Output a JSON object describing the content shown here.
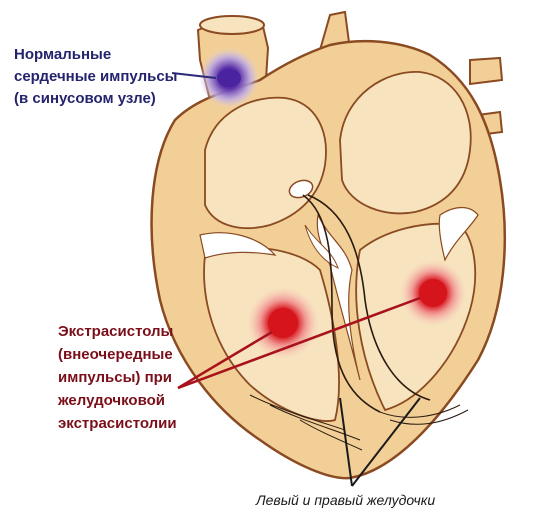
{
  "labels": {
    "normal_impulses": [
      "Нормальные",
      "сердечные импульсы",
      "(в синусовом узле)"
    ],
    "extrasystoles": [
      "Экстрасистолы",
      "(внеочередные",
      "импульсы) при",
      "желудочковой",
      "экстрасистолии"
    ],
    "ventricles": "Левый и правый желудочки"
  },
  "colors": {
    "heart_outer": "#f2cf96",
    "heart_inner": "#f7e3bd",
    "heart_stroke": "#8a4a22",
    "septum": "#ffffff",
    "sinus_node": "#5a2fa8",
    "sinus_glow": "#b9a6e6",
    "ectopic_core": "#d6141c",
    "ectopic_glow": "#f4a2a2",
    "pointer_red": "#a8121c",
    "pointer_blue": "#2a2a7a",
    "pointer_dark": "#1a1a1a"
  }
}
